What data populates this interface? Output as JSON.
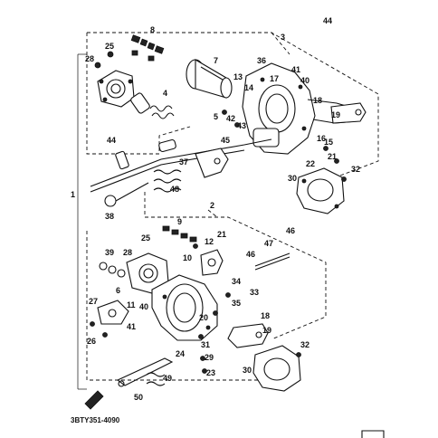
{
  "diagram": {
    "part_code": "3BTY351-4090",
    "callouts": [
      {
        "id": "c44a",
        "text": "44"
      },
      {
        "id": "c3",
        "text": "3"
      },
      {
        "id": "c8",
        "text": "8"
      },
      {
        "id": "c25a",
        "text": "25"
      },
      {
        "id": "c28a",
        "text": "28"
      },
      {
        "id": "c7",
        "text": "7"
      },
      {
        "id": "c36",
        "text": "36"
      },
      {
        "id": "c41a",
        "text": "41"
      },
      {
        "id": "c13",
        "text": "13"
      },
      {
        "id": "c14",
        "text": "14"
      },
      {
        "id": "c17",
        "text": "17"
      },
      {
        "id": "c40a",
        "text": "40"
      },
      {
        "id": "c4",
        "text": "4"
      },
      {
        "id": "c18a",
        "text": "18"
      },
      {
        "id": "c5",
        "text": "5"
      },
      {
        "id": "c42",
        "text": "42"
      },
      {
        "id": "c43",
        "text": "43"
      },
      {
        "id": "c19a",
        "text": "19"
      },
      {
        "id": "c16",
        "text": "16"
      },
      {
        "id": "c15",
        "text": "15"
      },
      {
        "id": "c44b",
        "text": "44"
      },
      {
        "id": "c45",
        "text": "45"
      },
      {
        "id": "c37",
        "text": "37"
      },
      {
        "id": "c22",
        "text": "22"
      },
      {
        "id": "c21a",
        "text": "21"
      },
      {
        "id": "c32a",
        "text": "32"
      },
      {
        "id": "c30a",
        "text": "30"
      },
      {
        "id": "c48",
        "text": "48"
      },
      {
        "id": "c38",
        "text": "38"
      },
      {
        "id": "c1",
        "text": "1"
      },
      {
        "id": "c2",
        "text": "2"
      },
      {
        "id": "c9",
        "text": "9"
      },
      {
        "id": "c21b",
        "text": "21"
      },
      {
        "id": "c25b",
        "text": "25"
      },
      {
        "id": "c47",
        "text": "47"
      },
      {
        "id": "c46a",
        "text": "46"
      },
      {
        "id": "c12",
        "text": "12"
      },
      {
        "id": "c39",
        "text": "39"
      },
      {
        "id": "c28b",
        "text": "28"
      },
      {
        "id": "c10",
        "text": "10"
      },
      {
        "id": "c46b",
        "text": "46"
      },
      {
        "id": "c34",
        "text": "34"
      },
      {
        "id": "c33",
        "text": "33"
      },
      {
        "id": "c6",
        "text": "6"
      },
      {
        "id": "c35",
        "text": "35"
      },
      {
        "id": "c27",
        "text": "27"
      },
      {
        "id": "c11",
        "text": "11"
      },
      {
        "id": "c40b",
        "text": "40"
      },
      {
        "id": "c18b",
        "text": "18"
      },
      {
        "id": "c41b",
        "text": "41"
      },
      {
        "id": "c26",
        "text": "26"
      },
      {
        "id": "c20",
        "text": "20"
      },
      {
        "id": "c19b",
        "text": "19"
      },
      {
        "id": "c31",
        "text": "31"
      },
      {
        "id": "c24",
        "text": "24"
      },
      {
        "id": "c29",
        "text": "29"
      },
      {
        "id": "c32b",
        "text": "32"
      },
      {
        "id": "c23",
        "text": "23"
      },
      {
        "id": "c30b",
        "text": "30"
      },
      {
        "id": "c49",
        "text": "49"
      },
      {
        "id": "c50",
        "text": "50"
      }
    ]
  }
}
